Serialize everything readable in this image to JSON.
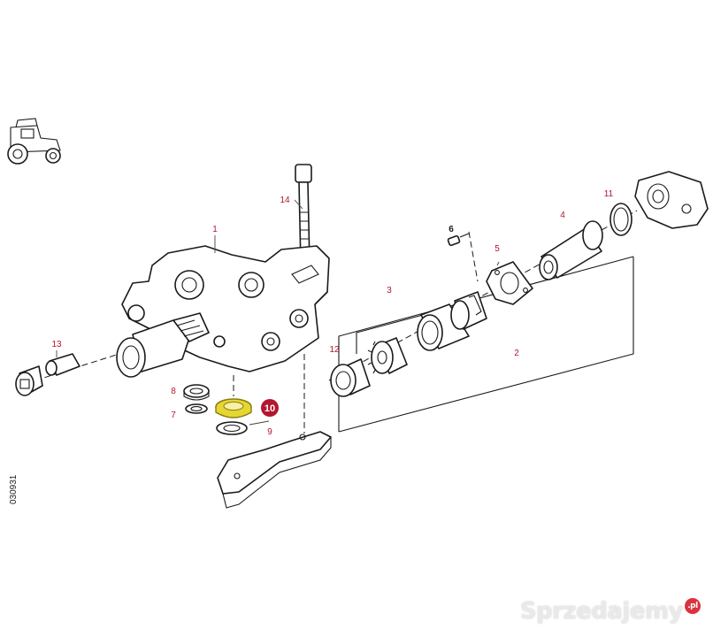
{
  "diagram": {
    "drawing_number": "030931",
    "highlight_color": "#e6d633",
    "label_color": "#b3162e",
    "highlighted_part": "10",
    "part_labels": [
      "1",
      "2",
      "3",
      "4",
      "5",
      "6",
      "7",
      "8",
      "9",
      "10",
      "11",
      "12",
      "13",
      "14"
    ]
  },
  "watermark": {
    "text": "Sprzedajemy",
    "suffix": ".pl"
  }
}
